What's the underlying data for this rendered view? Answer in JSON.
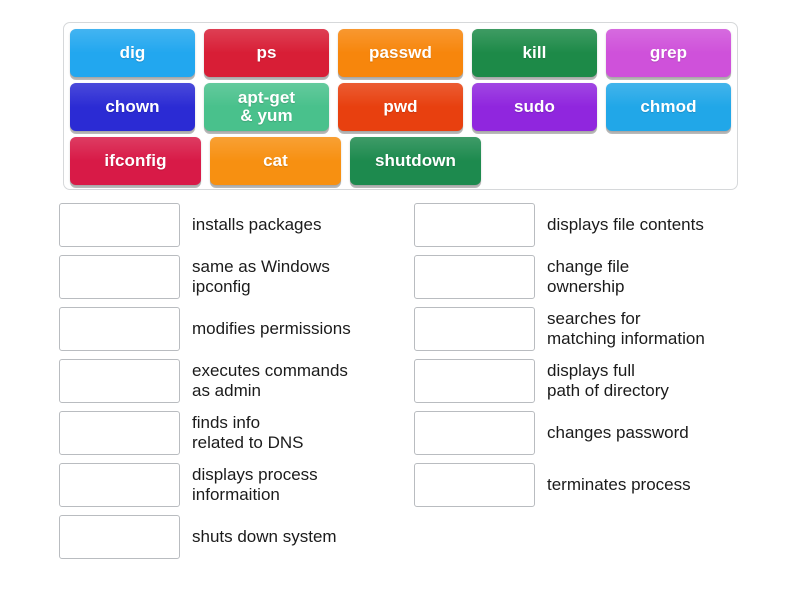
{
  "tile_bank": {
    "rows": [
      [
        {
          "label": "dig",
          "color": "#22a7ef"
        },
        {
          "label": "ps",
          "color": "#d81e36"
        },
        {
          "label": "passwd",
          "color": "#f7860c"
        },
        {
          "label": "kill",
          "color": "#1d8a48"
        },
        {
          "label": "grep",
          "color": "#cf51da"
        }
      ],
      [
        {
          "label": "chown",
          "color": "#2b2bd4"
        },
        {
          "label": "apt-get\n& yum",
          "color": "#49c18c"
        },
        {
          "label": "pwd",
          "color": "#e8400f"
        },
        {
          "label": "sudo",
          "color": "#9026de"
        },
        {
          "label": "chmod",
          "color": "#21a7e8"
        }
      ],
      [
        {
          "label": "ifconfig",
          "color": "#d81a47"
        },
        {
          "label": "cat",
          "color": "#f79011"
        },
        {
          "label": "shutdown",
          "color": "#1d8a4e"
        }
      ]
    ]
  },
  "answers": {
    "left": [
      {
        "text": "installs packages"
      },
      {
        "text": "same as Windows\nipconfig"
      },
      {
        "text": "modifies permissions"
      },
      {
        "text": "executes commands\nas admin"
      },
      {
        "text": "finds info\nrelated to DNS"
      },
      {
        "text": "displays process\ninformaition"
      },
      {
        "text": "shuts down system"
      }
    ],
    "right": [
      {
        "text": "displays file contents"
      },
      {
        "text": "change file\nownership"
      },
      {
        "text": "searches for\nmatching information"
      },
      {
        "text": "displays full\npath of directory"
      },
      {
        "text": "changes password"
      },
      {
        "text": "terminates process"
      }
    ]
  },
  "theme": {
    "page_background": "#ffffff",
    "bank_border": "#d6d8da",
    "box_border": "#b9bcc0",
    "text_color": "#1b1b1b",
    "tile_text_color": "#ffffff"
  }
}
